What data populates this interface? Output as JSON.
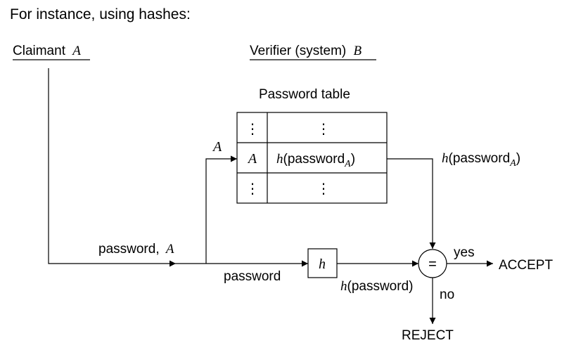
{
  "intro": "For instance, using hashes:",
  "claimant": {
    "label": "Claimant",
    "var": "A"
  },
  "verifier": {
    "label": "Verifier (system)",
    "var": "B"
  },
  "table": {
    "title": "Password table",
    "vdots": "⋮",
    "row_key": "A",
    "row_value_fn": "h",
    "row_value_text": "(password",
    "row_value_sub": "A",
    "row_value_close": ")"
  },
  "edges": {
    "password_a_label": "password,",
    "password_a_var": "A",
    "branch_a_label": "A",
    "password_label": "password",
    "hash_out_fn": "h",
    "hash_out_text": "(password)",
    "table_out_fn": "h",
    "table_out_text": "(password",
    "table_out_sub": "A",
    "table_out_close": ")",
    "yes_label": "yes",
    "no_label": "no"
  },
  "hash_box": {
    "label": "h"
  },
  "compare": {
    "symbol": "="
  },
  "outcomes": {
    "accept": "ACCEPT",
    "reject": "REJECT"
  }
}
